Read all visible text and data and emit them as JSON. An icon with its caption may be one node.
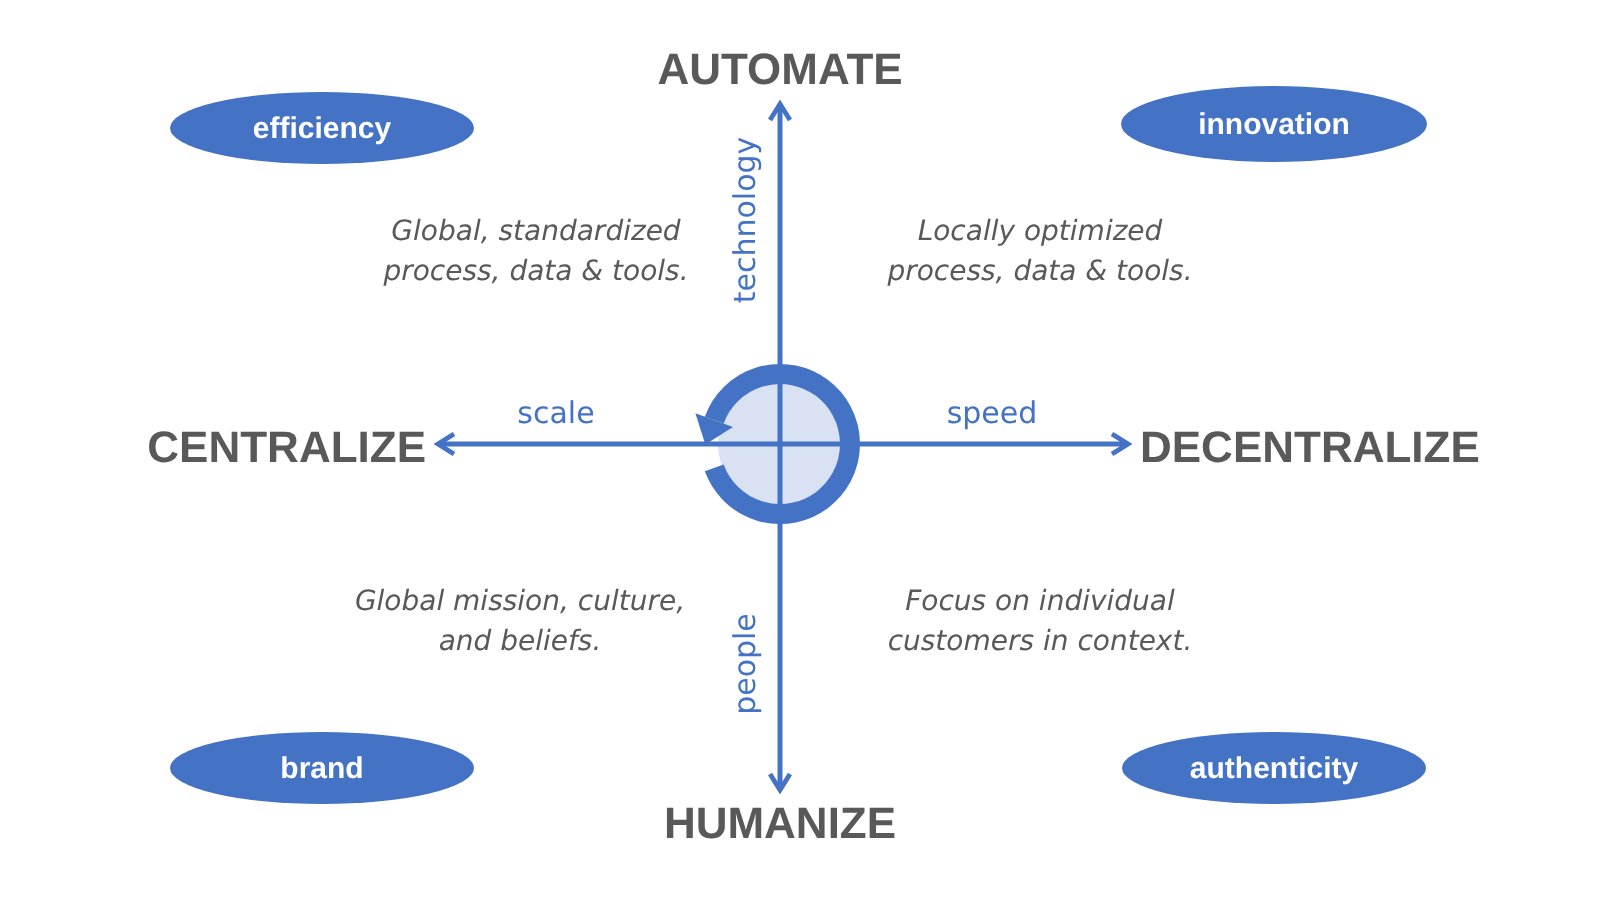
{
  "diagram": {
    "nodes": [
      {
        "text": [
          "AUTOMATE"
        ]
      },
      {
        "text": [
          "efficiency"
        ]
      },
      {
        "text": [
          "innovation"
        ]
      },
      {
        "text": [
          "CENTRALIZE"
        ]
      },
      {
        "text": [],
        "shape": "circle"
      },
      {
        "text": [
          "DECENTRALIZE"
        ]
      },
      {
        "text": [
          "brand"
        ]
      },
      {
        "text": [
          "authenticity"
        ]
      },
      {
        "text": [
          "HUMANIZE"
        ]
      }
    ],
    "edges": [
      {
        "from": 4,
        "to": 0,
        "arrow": "to",
        "label": "technology"
      },
      {
        "from": 4,
        "to": 3,
        "arrow": "to",
        "label": "scale"
      },
      {
        "from": 4,
        "to": 5,
        "arrow": "to",
        "label": "speed"
      },
      {
        "from": 4,
        "to": 8,
        "arrow": "to",
        "label": "people"
      }
    ],
    "labels": [
      "Global, standardized process, data & tools.",
      "Locally optimized process, data & tools.",
      "Global mission, culture, and beliefs.",
      "Focus on individual customers in context."
    ]
  }
}
